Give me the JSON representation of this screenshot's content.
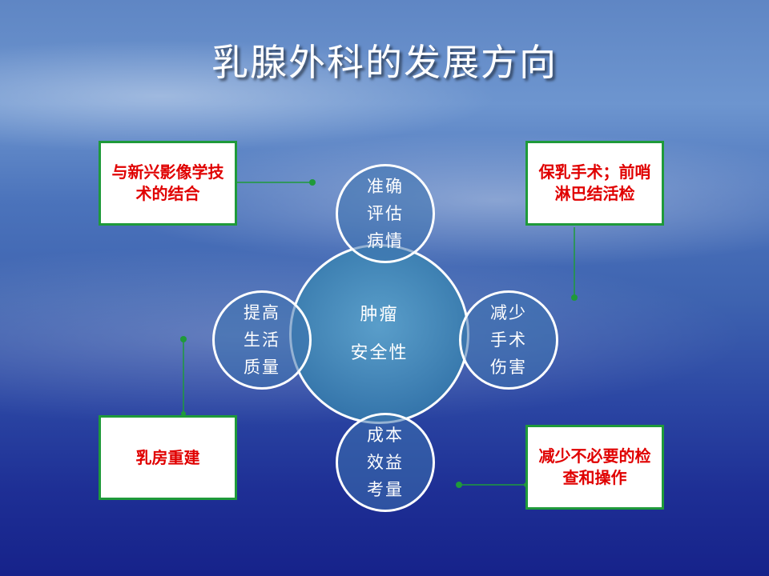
{
  "title": "乳腺外科的发展方向",
  "center": {
    "line1": "肿瘤",
    "line2": "安全性"
  },
  "petals": {
    "top": "准确\n评估\n病情",
    "left": "提高\n生活\n质量",
    "right": "减少\n手术\n伤害",
    "bottom": "成本\n效益\n考量"
  },
  "boxes": {
    "top_left": "与新兴影像学技术的结合",
    "top_right": "保乳手术；前哨淋巴结活检",
    "bottom_left": "乳房重建",
    "bottom_right": "减少不必要的检查和操作"
  },
  "colors": {
    "box_border": "#1f9a3a",
    "box_text": "#e00000",
    "connector": "#1f9a3a"
  }
}
